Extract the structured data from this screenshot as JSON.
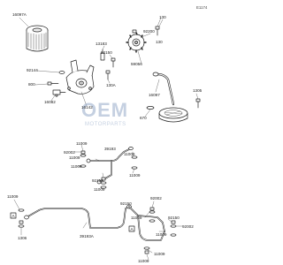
{
  "figure_code": "E1174",
  "watermark": {
    "logo": "OEM",
    "subtitle": "MOTORPARTS"
  },
  "callouts": {
    "oil_filter": "16097A",
    "bolt_top": "130",
    "gear_bolt": "92200",
    "pin_13183": "13183",
    "bolt_92150_top": "92150",
    "gear": "59056",
    "washer_92144": "92144",
    "bolt_800": "800",
    "fitting_16082": "16082",
    "pump_16142": "16142",
    "bolt_130A": "130A",
    "bolt_130_right": "130",
    "pickup_16097": "16097",
    "bolt_1305_right": "1305",
    "oring_670": "670",
    "pipe_39193": "39193",
    "washer_11009_a": "11009",
    "bolt_92002_a": "92002",
    "washer_11009_b": "11009",
    "washer_11009_c": "11009",
    "washer_11009_d": "11009",
    "washer_11009_e": "11009",
    "bolt_92150_mid": "92150",
    "washer_11009_f": "11009",
    "bolt_92002_b": "92002",
    "washer_11009_left": "11009",
    "bolt_1306": "1306",
    "pipe_39193A": "39193A",
    "bolt_92150_low": "92150",
    "marker_A_left": "A",
    "marker_A_right": "A",
    "bolt_92150_right": "92150",
    "washer_11009_g": "11009",
    "bolt_92002_c": "92002",
    "washer_11009_h": "11009",
    "washer_11009_i": "11009",
    "washer_11009_j": "11009"
  }
}
